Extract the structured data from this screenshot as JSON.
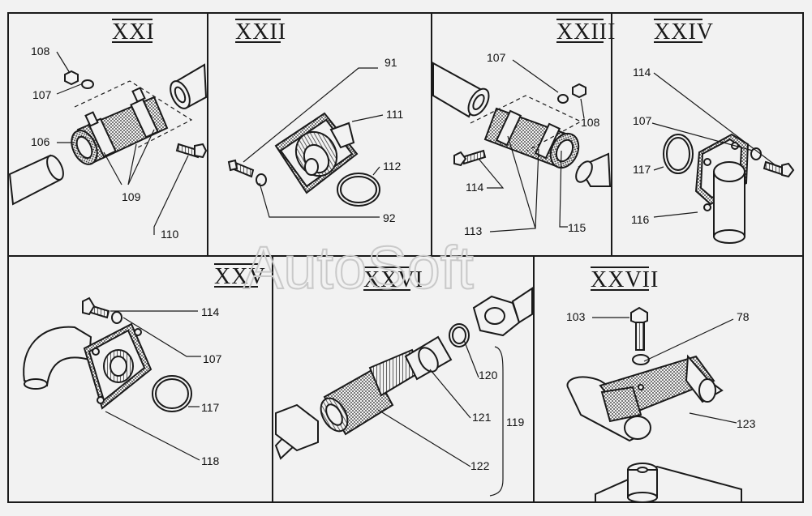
{
  "watermark": "AutoSoft",
  "panels": [
    {
      "id": "XXI",
      "title": "XXI",
      "labels": [
        "108",
        "107",
        "106",
        "109",
        "110"
      ]
    },
    {
      "id": "XXII",
      "title": "XXII",
      "labels": [
        "91",
        "111",
        "112",
        "92"
      ]
    },
    {
      "id": "XXIII",
      "title": "XXIII",
      "labels": [
        "107",
        "108",
        "114",
        "113",
        "115"
      ]
    },
    {
      "id": "XXIV",
      "title": "XXIV",
      "labels": [
        "114",
        "107",
        "117",
        "116"
      ]
    },
    {
      "id": "XXV",
      "title": "XXV",
      "labels": [
        "114",
        "107",
        "117",
        "118"
      ]
    },
    {
      "id": "XXVI",
      "title": "XXVI",
      "labels": [
        "120",
        "121",
        "119",
        "122"
      ]
    },
    {
      "id": "XXVII",
      "title": "XXVII",
      "labels": [
        "103",
        "78",
        "123"
      ]
    }
  ],
  "colors": {
    "background": "#f2f2f2",
    "ink": "#1a1a1a",
    "watermark": "#c9c9c9"
  }
}
